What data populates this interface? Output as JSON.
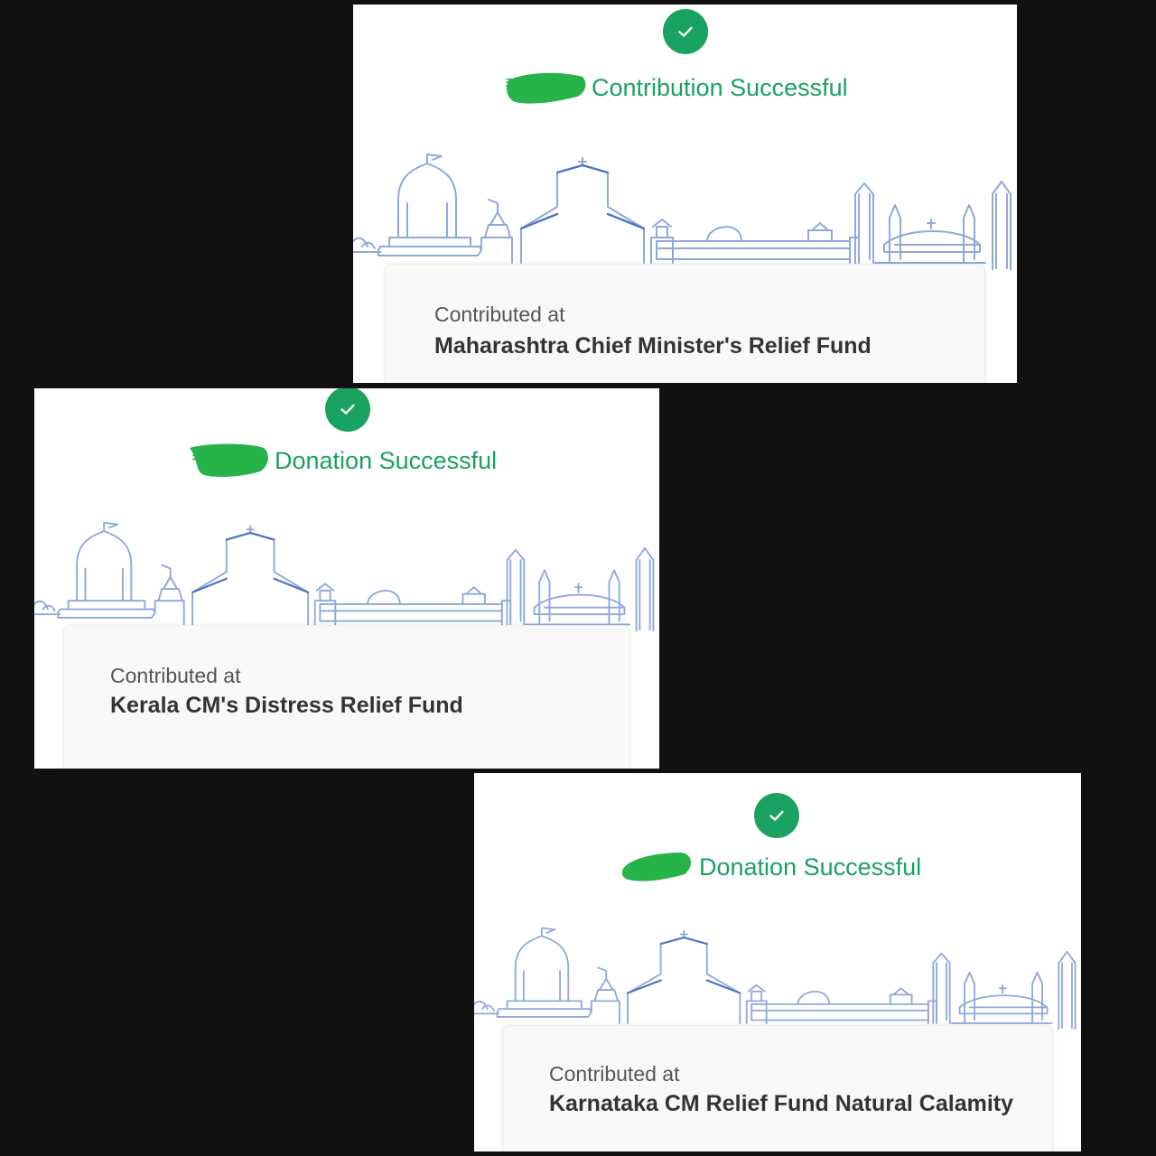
{
  "colors": {
    "background": "#111111",
    "success_green": "#1aa260",
    "skyline_blue": "#7c9bd4",
    "card_bg": "#f8f8f8"
  },
  "icons": {
    "status": "check-icon",
    "currency": "rupee-icon"
  },
  "receipts": [
    {
      "currency": "₹",
      "status": "Contribution Successful",
      "label": "Contributed at",
      "fund": "Maharashtra Chief Minister's Relief Fund"
    },
    {
      "currency": "₹",
      "status": "Donation Successful",
      "label": "Contributed at",
      "fund": "Kerala CM's Distress Relief Fund"
    },
    {
      "currency": "",
      "status": "Donation Successful",
      "label": "Contributed at",
      "fund": "Karnataka CM Relief Fund Natural Calamity"
    }
  ]
}
